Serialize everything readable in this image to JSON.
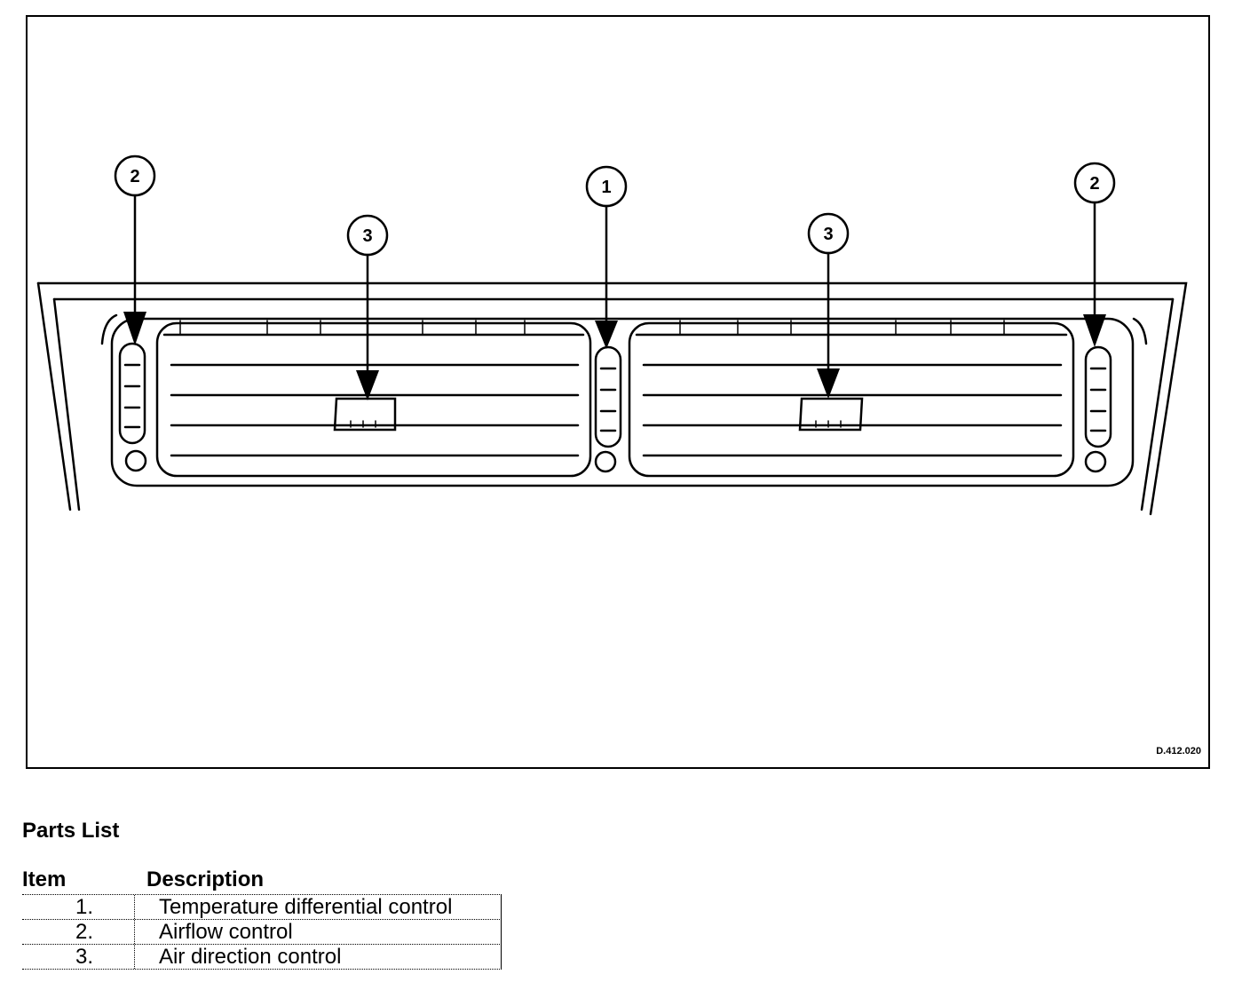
{
  "figure": {
    "reference": "D.412.020",
    "callouts": [
      {
        "number": "2",
        "target": "left-airflow-thumbwheel"
      },
      {
        "number": "3",
        "target": "left-air-direction-tab"
      },
      {
        "number": "1",
        "target": "temperature-differential-thumbwheel"
      },
      {
        "number": "3",
        "target": "right-air-direction-tab"
      },
      {
        "number": "2",
        "target": "right-airflow-thumbwheel"
      }
    ]
  },
  "parts_list": {
    "title": "Parts List",
    "headers": {
      "item": "Item",
      "description": "Description"
    },
    "rows": [
      {
        "item": "1.",
        "description": "Temperature differential control"
      },
      {
        "item": "2.",
        "description": "Airflow control"
      },
      {
        "item": "3.",
        "description": "Air direction control"
      }
    ]
  }
}
